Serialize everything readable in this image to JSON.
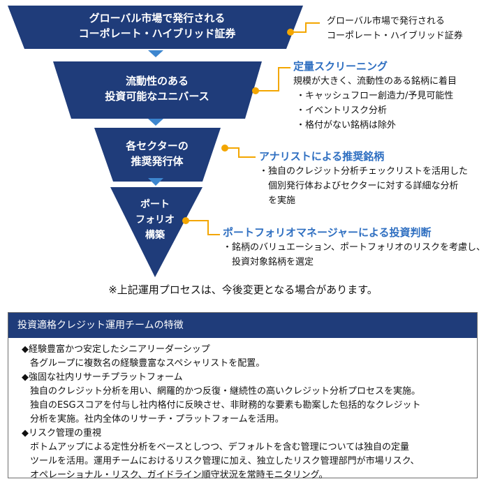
{
  "funnel": {
    "stages": [
      {
        "lines": [
          "グローバル市場で発行される",
          "コーポレート・ハイブリッド証券"
        ]
      },
      {
        "lines": [
          "流動性のある",
          "投資可能なユニバース"
        ]
      },
      {
        "lines": [
          "各セクターの",
          "推奨発行体"
        ]
      },
      {
        "lines": [
          "ポート",
          "フォリオ",
          "構築"
        ]
      }
    ],
    "colors": {
      "stage": "#1f3c7a",
      "arrow": "#3d86cf",
      "connector": "#f3a600",
      "heading": "#2f6fc1"
    }
  },
  "annotations": {
    "stage1": {
      "lines": [
        "グローバル市場で発行される",
        "コーポレート・ハイブリッド証券"
      ]
    },
    "stage2": {
      "heading": "定量スクリーニング",
      "lines": [
        "規模が大きく、流動性のある銘柄に着目",
        "・キャッシュフロー創造力/予見可能性",
        "・イベントリスク分析",
        "・格付がない銘柄は除外"
      ]
    },
    "stage3": {
      "heading": "アナリストによる推奨銘柄",
      "lines": [
        "・独自のクレジット分析チェックリストを活用した",
        "　個別発行体およびセクターに対する詳細な分析",
        "　を実施"
      ]
    },
    "stage4": {
      "heading": "ポートフォリオマネージャーによる投資判断",
      "lines": [
        "・銘柄のバリュエーション、ポートフォリオのリスクを考慮し、",
        "　投資対象銘柄を選定"
      ]
    }
  },
  "disclaimer": "※上記運用プロセスは、今後変更となる場合があります。",
  "features": {
    "title": "投資適格クレジット運用チームの特徴",
    "items": [
      {
        "heading": "◆経験豊富かつ安定したシニアリーダーシップ",
        "lines": [
          "各グループに複数名の経験豊富なスペシャリストを配置。"
        ]
      },
      {
        "heading": "◆強固な社内リサーチプラットフォーム",
        "lines": [
          "独自のクレジット分析を用い、網羅的かつ反復・継続性の高いクレジット分析プロセスを実施。",
          "独自のESGスコアを付与し社内格付に反映させ、非財務的な要素も勘案した包括的なクレジット",
          "分析を実施。社内全体のリサーチ・プラットフォームを活用。"
        ]
      },
      {
        "heading": "◆リスク管理の重視",
        "lines": [
          "ボトムアップによる定性分析をベースとしつつ、デフォルトを含む管理については独自の定量",
          "ツールを活用。運用チームにおけるリスク管理に加え、独立したリスク管理部門が市場リスク、",
          "オペレーショナル・リスク、ガイドライン順守状況を常時モニタリング。"
        ]
      }
    ]
  }
}
